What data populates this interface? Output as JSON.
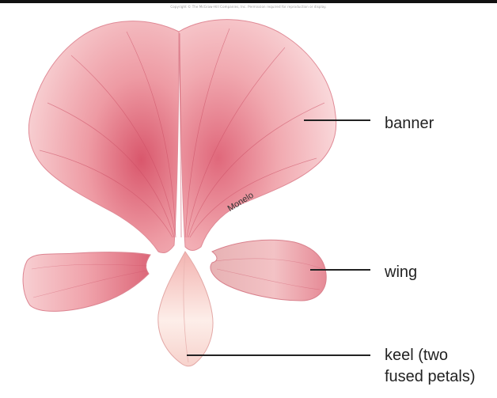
{
  "copyright": "Copyright © The McGraw-Hill Companies, Inc. Permission required for reproduction or display.",
  "labels": {
    "banner": "banner",
    "wing": "wing",
    "keel_line1": "keel (two",
    "keel_line2": "fused petals)"
  },
  "signature": "Monelo",
  "colors": {
    "petal_fill": "#f3bcc0",
    "petal_dark": "#d85a6e",
    "petal_light": "#fde6e7",
    "keel_fill": "#fbe3df",
    "leader_line": "#222222",
    "text": "#222222"
  }
}
